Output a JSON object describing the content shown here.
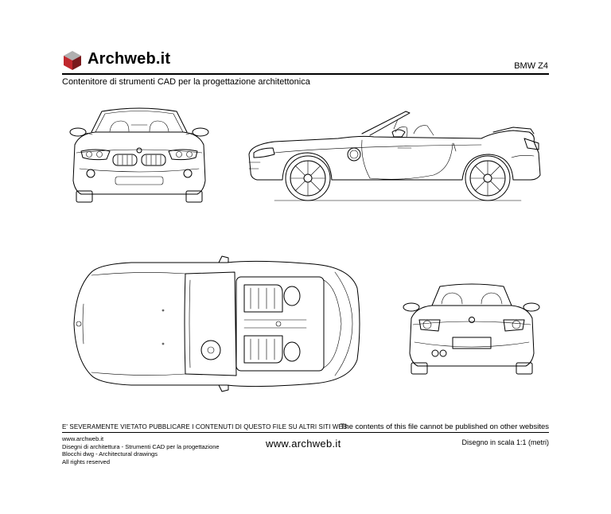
{
  "header": {
    "brand": "Archweb.it",
    "model": "BMW Z4",
    "subtitle": "Contenitore di strumenti CAD per la progettazione architettonica",
    "logo_colors": {
      "top": "#b0b0b0",
      "left": "#c0282d",
      "right": "#7a1a1d"
    }
  },
  "drawings": {
    "views": [
      "front-view",
      "side-view",
      "top-view",
      "rear-view"
    ]
  },
  "footer": {
    "warning_it": "E' SEVERAMENTE VIETATO PUBBLICARE I CONTENUTI DI QUESTO FILE SU ALTRI SITI WEB",
    "warning_en": "The contents of this file cannot be published on other websites",
    "info_lines": [
      "www.archweb.it",
      "Disegni di architettura - Strumenti CAD  per la progettazione",
      "Blocchi dwg - Architectural drawings",
      "All rights reserved"
    ],
    "url": "www.archweb.it",
    "scale": "Disegno in scala 1:1 (metri)"
  }
}
